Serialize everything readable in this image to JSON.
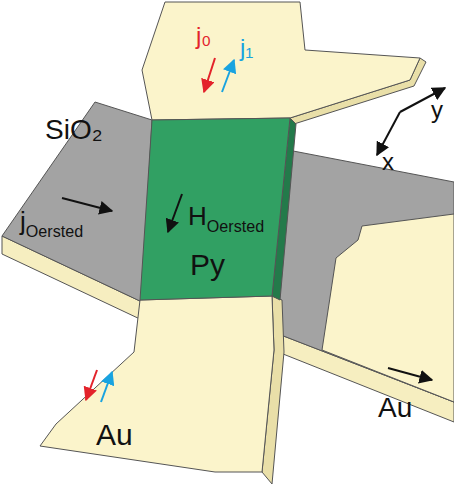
{
  "diagram": {
    "nodes": [
      {
        "text": [
          "SiO₂",
          "jOersted"
        ]
      },
      {
        "text": [
          "HOersted",
          "Py"
        ]
      },
      {
        "text": [
          "j₀",
          "j₁"
        ]
      },
      {
        "text": [
          "Au"
        ]
      },
      {
        "text": [
          "Au"
        ]
      }
    ],
    "labels": [
      "x",
      "y"
    ]
  }
}
